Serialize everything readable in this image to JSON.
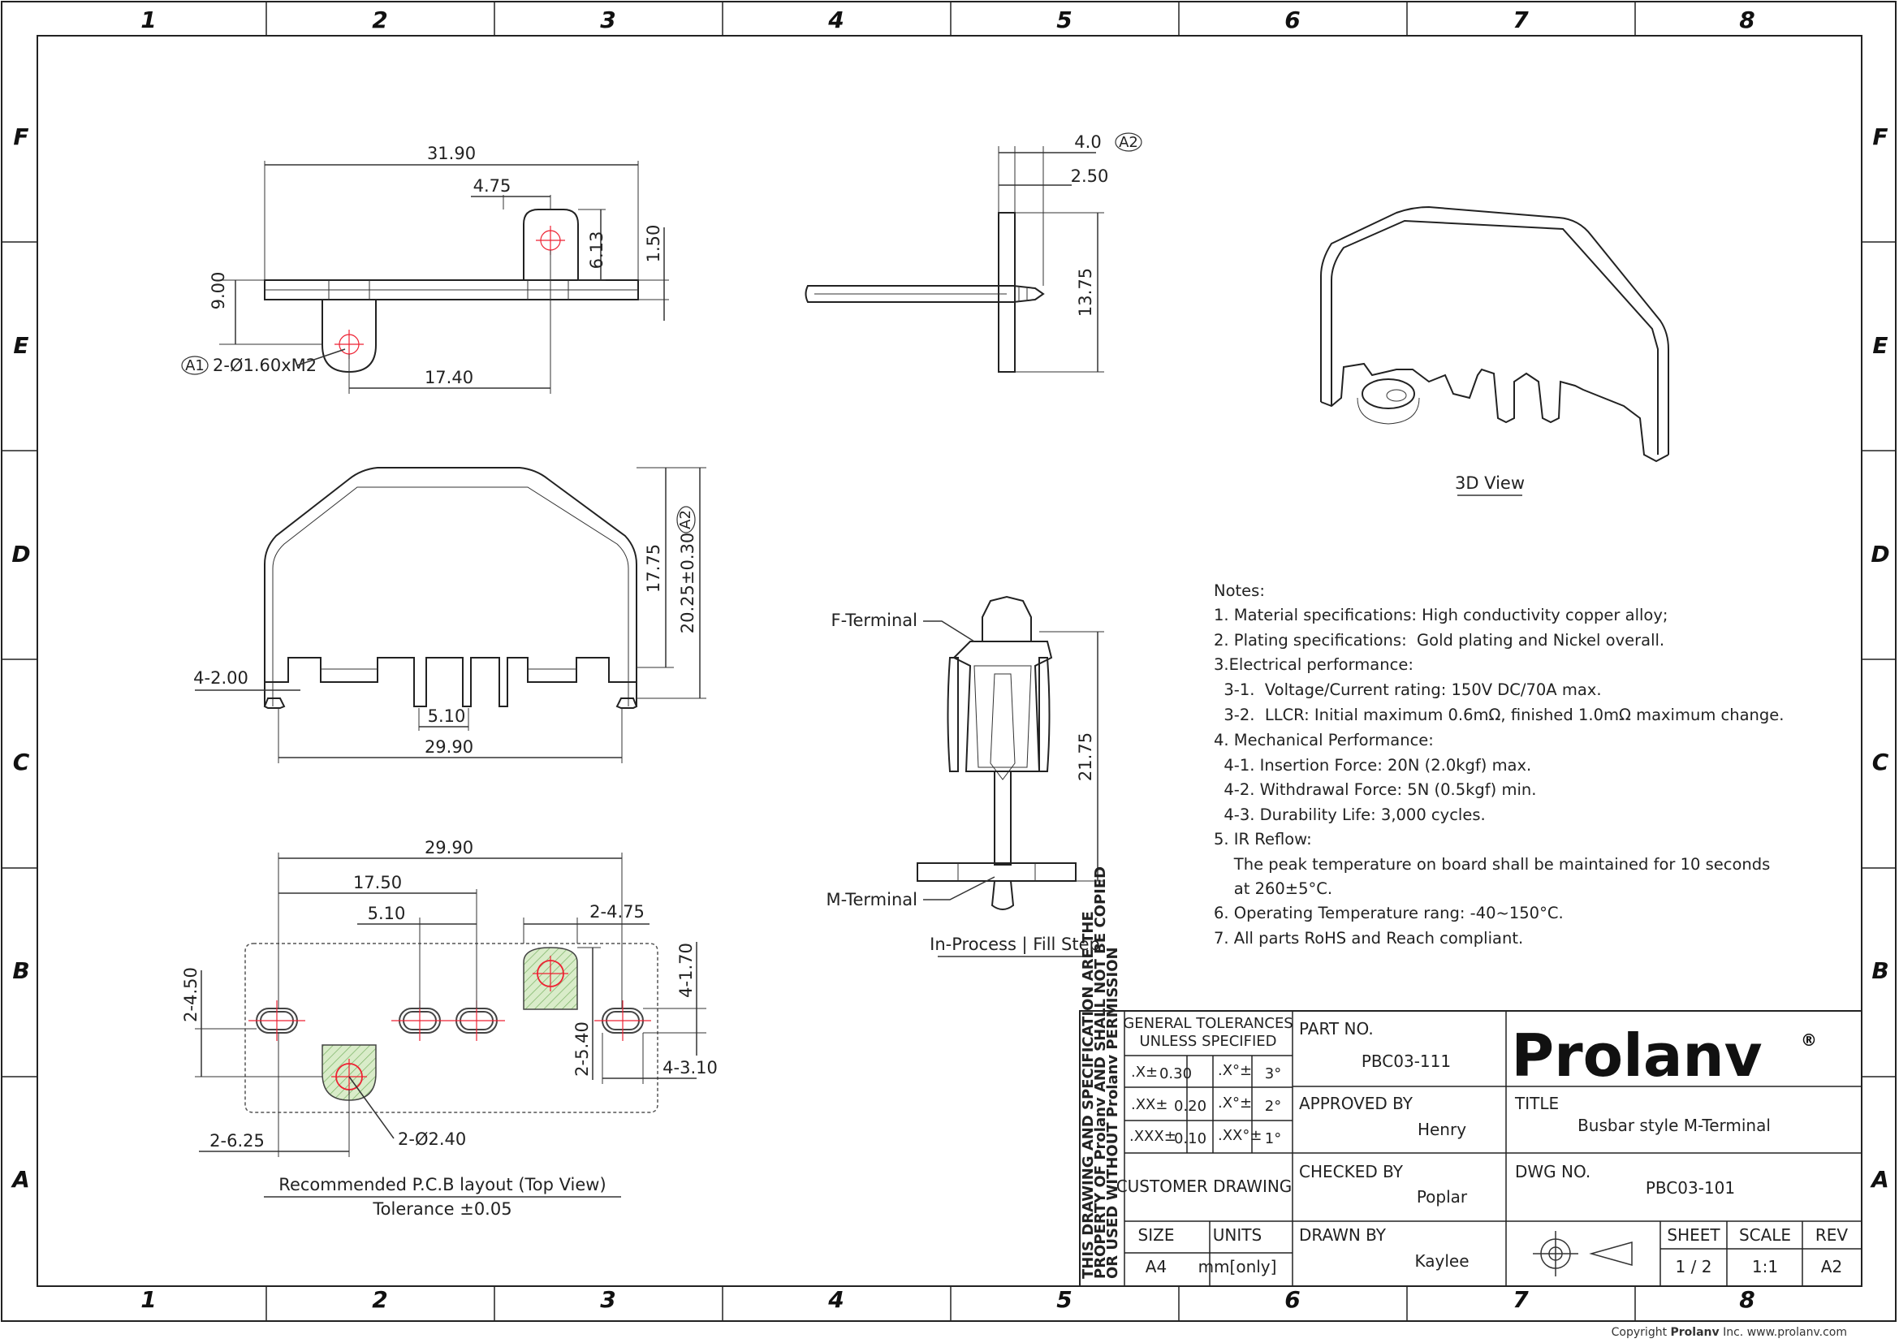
{
  "zones": {
    "cols": [
      "1",
      "2",
      "3",
      "4",
      "5",
      "6",
      "7",
      "8"
    ],
    "rows": [
      "F",
      "E",
      "D",
      "C",
      "B",
      "A"
    ]
  },
  "dims": {
    "top_width": "31.90",
    "tab_offset": "4.75",
    "tab_height": "6.13",
    "plate_thk": "1.50",
    "total_h": "9.00",
    "hole_note": "2-Ø1.60xM2",
    "hole_pitch": "17.40",
    "side_w1": "4.0",
    "side_w2": "2.50",
    "side_h": "13.75",
    "front_h1": "17.75",
    "front_h2": "20.25±0.30",
    "pin_w": "4-2.00",
    "pin_pitch": "5.10",
    "pin_span": "29.90",
    "proc_h": "21.75",
    "pcb_span": "29.90",
    "pcb_mid": "17.50",
    "pcb_pitch": "5.10",
    "pcb_tab": "2-4.75",
    "pcb_y1": "2-4.50",
    "pcb_pad": "4-1.70",
    "pcb_y2": "2-5.40",
    "pcb_slot": "4-3.10",
    "pcb_x1": "2-6.25",
    "pcb_hole": "2-Ø2.40"
  },
  "revmarks": {
    "a1": "A1",
    "a2": "A2"
  },
  "labels": {
    "view3d": "3D View",
    "f_terminal": "F-Terminal",
    "m_terminal": "M-Terminal",
    "inprocess": "In-Process | Fill Step",
    "pcb_title": "Recommended P.C.B layout (Top View)",
    "pcb_tol": "Tolerance ±0.05"
  },
  "notes": [
    "Notes:",
    "1. Material specifications: High conductivity copper alloy;",
    "2. Plating specifications:  Gold plating and Nickel overall.",
    "3.Electrical performance:",
    "  3-1.  Voltage/Current rating: 150V DC/70A max.",
    "  3-2.  LLCR: Initial maximum 0.6mΩ, finished 1.0mΩ maximum change.",
    "4. Mechanical Performance:",
    "  4-1. Insertion Force: 20N (2.0kgf) max.",
    "  4-2. Withdrawal Force: 5N (0.5kgf) min.",
    "  4-3. Durability Life: 3,000 cycles.",
    "5. IR Reflow:",
    "    The peak temperature on board shall be maintained for 10 seconds",
    "    at 260±5°C.",
    "6. Operating Temperature rang: -40~150°C.",
    "7. All parts RoHS and Reach compliant."
  ],
  "title_block": {
    "disclaimer": [
      "THIS DRAWING AND SPECIFICATION ARE THE",
      "PROPERTY OF Prolanv AND SHALL NOT BE COPIED",
      "OR USED WITHOUT Prolanv PERMISSION"
    ],
    "tol_header": [
      "GENERAL TOLERANCES",
      "UNLESS  SPECIFIED"
    ],
    "tol_rows": [
      {
        "lin": ".X±",
        "lin_v": "0.30",
        "ang": ".X°±",
        "ang_v": "3°"
      },
      {
        "lin": ".XX±",
        "lin_v": "0.20",
        "ang": ".X°±",
        "ang_v": "2°"
      },
      {
        "lin": ".XXX±",
        "lin_v": "0.10",
        "ang": ".XX°±",
        "ang_v": "1°"
      }
    ],
    "customer_drawing": "CUSTOMER DRAWING",
    "size_label": "SIZE",
    "size": "A4",
    "units_label": "UNITS",
    "units": "mm[only]",
    "part_no_label": "PART NO.",
    "part_no": "PBC03-111",
    "approved_label": "APPROVED BY",
    "approved": "Henry",
    "checked_label": "CHECKED BY",
    "checked": "Poplar",
    "drawn_label": "DRAWN BY",
    "drawn": "Kaylee",
    "logo": "Prolanv",
    "logo_mark": "®",
    "title_label": "TITLE",
    "title": "Busbar style M-Terminal",
    "dwg_label": "DWG NO.",
    "dwg": "PBC03-101",
    "sheet_label": "SHEET",
    "sheet": "1 / 2",
    "scale_label": "SCALE",
    "scale": "1:1",
    "rev_label": "REV",
    "rev": "A2"
  },
  "copyright": {
    "prefix": "Copyright ",
    "brand": "Prolanv",
    "suffix": " Inc. www.prolanv.com"
  }
}
